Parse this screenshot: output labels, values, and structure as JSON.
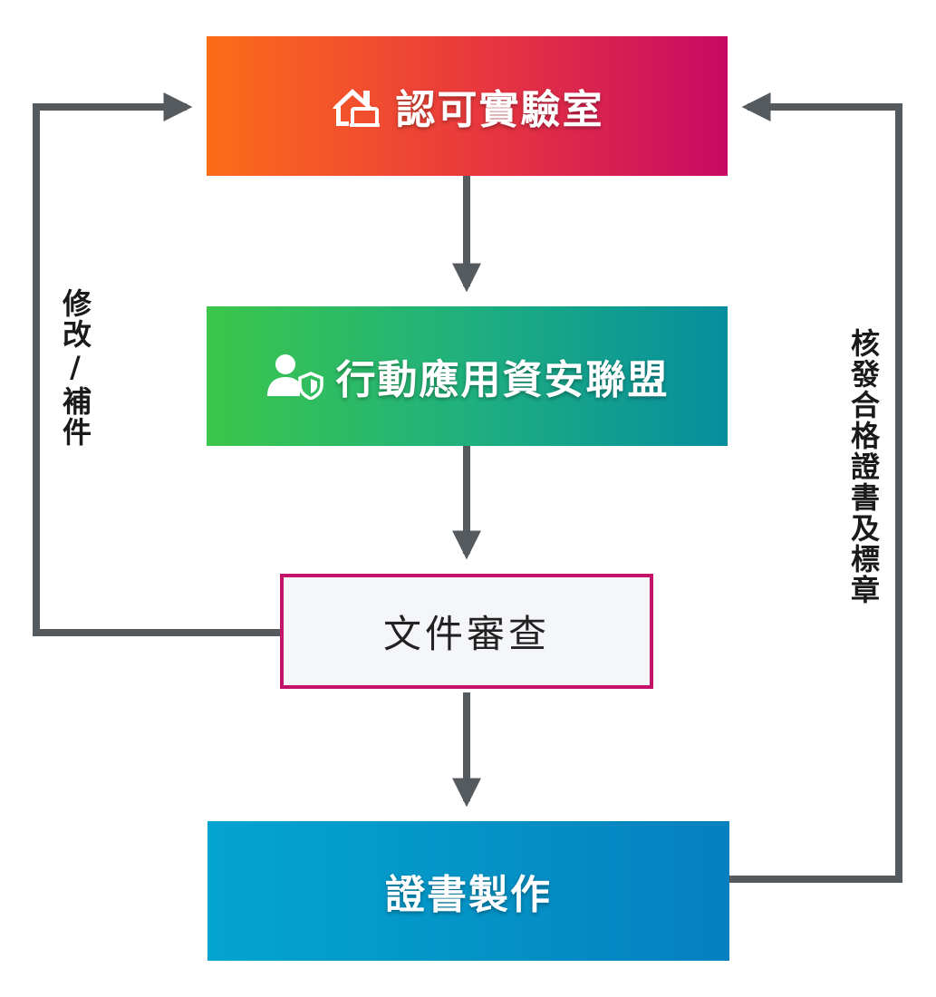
{
  "nodes": {
    "lab": {
      "label": "認可實驗室",
      "icon": "home-lab-icon"
    },
    "alliance": {
      "label": "行動應用資安聯盟",
      "icon": "user-shield-icon"
    },
    "review": {
      "label": "文件審查"
    },
    "cert": {
      "label": "證書製作"
    }
  },
  "edges": {
    "feedback_left": {
      "label": "修改/補件"
    },
    "feedback_right": {
      "label": "核發合格證書及標章"
    }
  },
  "colors": {
    "connector": "#555a5f",
    "review_border": "#c4126a",
    "lab_gradient": [
      "#fb6d19",
      "#c80a64"
    ],
    "alliance_gradient": [
      "#3cc64a",
      "#068e9e"
    ],
    "cert_gradient": [
      "#04a4d0",
      "#057fc0"
    ]
  }
}
